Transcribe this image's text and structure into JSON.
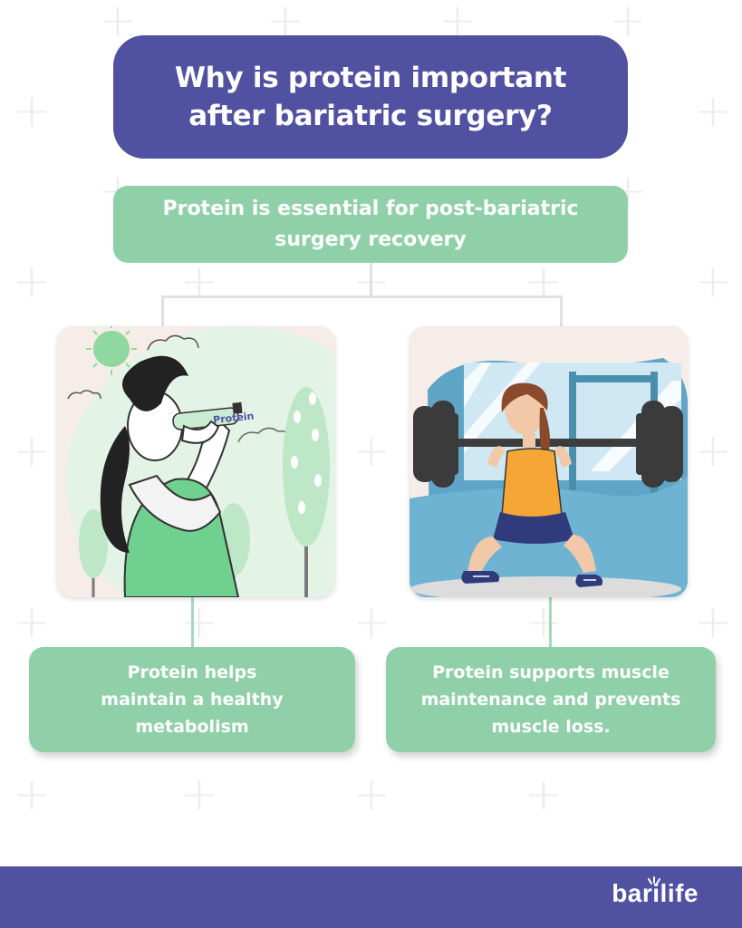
{
  "title": "Why is protein important after bariatric surgery?",
  "main_point": "Protein is essential for post-bariatric surgery recovery",
  "benefits": [
    {
      "text": "Protein helps maintain a healthy metabolism"
    },
    {
      "text": "Protein supports muscle maintenance and prevents muscle loss."
    }
  ],
  "bottle_label": "Protein",
  "brand": "barilife",
  "icons": {
    "left": "woman-drinking-protein-icon",
    "right": "woman-squatting-barbell-icon",
    "logo": "barilife-logo"
  },
  "colors": {
    "primary": "#5151a2",
    "green": "#8fd0a9",
    "white": "#ffffff"
  }
}
